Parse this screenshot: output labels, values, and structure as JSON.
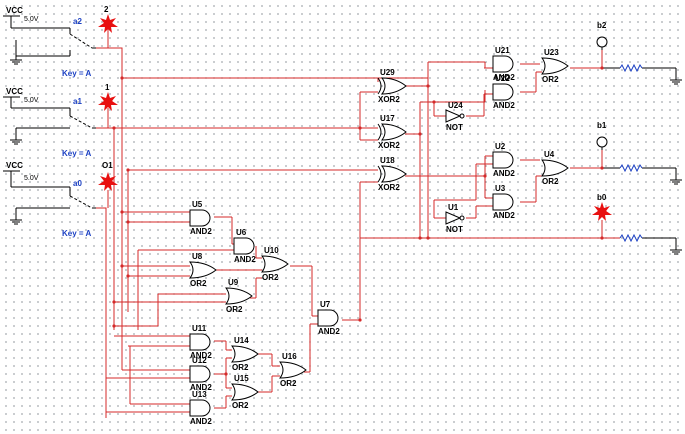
{
  "vcc_sources": [
    {
      "label": "VCC",
      "voltage": "5.0V"
    },
    {
      "label": "VCC",
      "voltage": "5.0V"
    },
    {
      "label": "VCC",
      "voltage": "5.0V"
    }
  ],
  "switches": [
    {
      "name": "a2",
      "key": "Key = A"
    },
    {
      "name": "a1",
      "key": "Key = A"
    },
    {
      "name": "a0",
      "key": "Key = A"
    }
  ],
  "input_probes": [
    {
      "label": "2",
      "state": "on"
    },
    {
      "label": "1",
      "state": "on"
    },
    {
      "label": "O1",
      "state": "on"
    }
  ],
  "gates": [
    {
      "ref": "U29",
      "type": "XOR2"
    },
    {
      "ref": "U17",
      "type": "XOR2"
    },
    {
      "ref": "U18",
      "type": "XOR2"
    },
    {
      "ref": "U21",
      "type": "AND2"
    },
    {
      "ref": "U22",
      "type": "AND2"
    },
    {
      "ref": "U23",
      "type": "OR2"
    },
    {
      "ref": "U24",
      "type": "NOT"
    },
    {
      "ref": "U2",
      "type": "AND2"
    },
    {
      "ref": "U3",
      "type": "AND2"
    },
    {
      "ref": "U4",
      "type": "OR2"
    },
    {
      "ref": "U1",
      "type": "NOT"
    },
    {
      "ref": "U5",
      "type": "AND2"
    },
    {
      "ref": "U6",
      "type": "AND2"
    },
    {
      "ref": "U8",
      "type": "OR2"
    },
    {
      "ref": "U9",
      "type": "OR2"
    },
    {
      "ref": "U10",
      "type": "OR2"
    },
    {
      "ref": "U7",
      "type": "AND2"
    },
    {
      "ref": "U11",
      "type": "AND2"
    },
    {
      "ref": "U12",
      "type": "AND2"
    },
    {
      "ref": "U13",
      "type": "AND2"
    },
    {
      "ref": "U14",
      "type": "OR2"
    },
    {
      "ref": "U15",
      "type": "OR2"
    },
    {
      "ref": "U16",
      "type": "OR2"
    }
  ],
  "output_probes": [
    {
      "label": "b2",
      "state": "off"
    },
    {
      "label": "b1",
      "state": "off"
    },
    {
      "label": "b0",
      "state": "on"
    }
  ],
  "colors": {
    "wire": "#d42a2a",
    "probe_on": "#e81010",
    "key_text": "#1a3fc2",
    "grid": "#9aa0a6"
  }
}
